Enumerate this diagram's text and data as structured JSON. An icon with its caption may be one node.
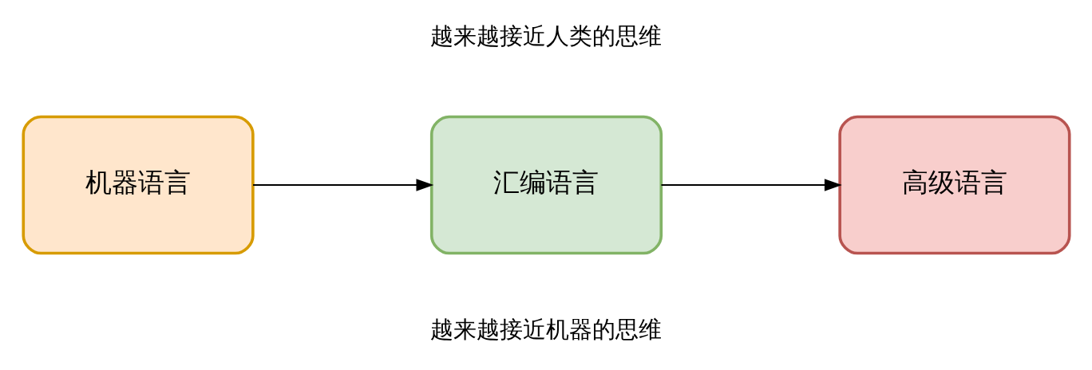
{
  "diagram": {
    "nodes": [
      {
        "text": [
          "机器语言"
        ]
      },
      {
        "text": [
          "汇编语言"
        ]
      },
      {
        "text": [
          "高级语言"
        ]
      }
    ],
    "edges": [
      {
        "from": 0,
        "to": 1,
        "arrow": "to"
      },
      {
        "from": 1,
        "to": 2,
        "arrow": "to"
      }
    ],
    "labels": [
      "越来越接近人类的思维",
      "越来越接近机器的思维"
    ]
  }
}
